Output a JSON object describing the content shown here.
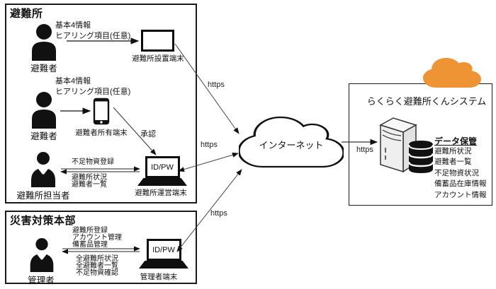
{
  "shelter": {
    "title": "避難所",
    "evacuee_top": {
      "label": "避難者",
      "note": [
        "基本4情報",
        "ヒアリング項目(任意)"
      ]
    },
    "kiosk_terminal": {
      "label": "避難所設置端末"
    },
    "evacuee_mid": {
      "label": "避難者",
      "note": [
        "基本4情報",
        "ヒアリング項目(任意)"
      ]
    },
    "personal_phone": {
      "label": "避難者所有端末"
    },
    "approval_label": "承認",
    "staff": {
      "label": "避難所担当者"
    },
    "ops_terminal": {
      "label": "避難所運営端末",
      "screen": "ID/PW"
    },
    "staff_to_terminal": "不足物資登録",
    "terminal_to_staff": [
      "避難所状況",
      "避難者一覧"
    ]
  },
  "hq": {
    "title": "災害対策本部",
    "admin": {
      "label": "管理者"
    },
    "admin_terminal": {
      "label": "管理者端末",
      "screen": "ID/PW"
    },
    "admin_to_terminal": [
      "避難所登録",
      "アカウント管理",
      "備蓄品管理"
    ],
    "terminal_to_admin": [
      "全避難所状況",
      "全避難者一覧",
      "不足物資確認"
    ]
  },
  "network": {
    "internet_label": "インターネット",
    "https_top": "https",
    "https_middle": "https",
    "https_bottom": "https",
    "https_right": "https"
  },
  "system": {
    "title": "らくらく避難所くんシステム",
    "storage_title": "データ保管",
    "storage_items": [
      "避難所状況",
      "避難者一覧",
      "不足物資状況",
      "備蓄品在庫情報",
      "アカウント情報"
    ],
    "cloud_color": "#EF9435"
  }
}
